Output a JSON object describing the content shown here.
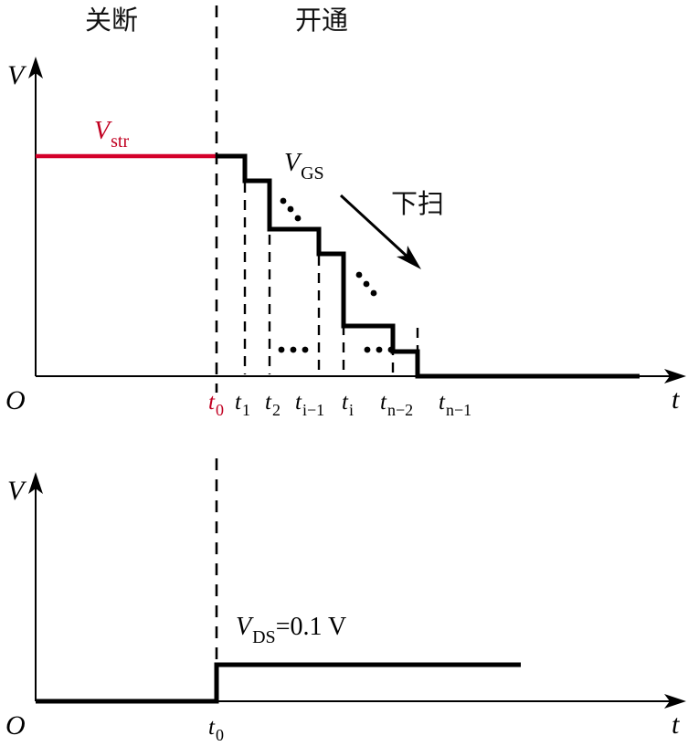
{
  "figure": {
    "title_left": "关断",
    "title_right": "开通",
    "background": "#ffffff",
    "ink": "#000000",
    "accent_red": "#c10021"
  },
  "chart_data": {
    "type": "line",
    "title": "",
    "panels": [
      {
        "name": "gate-voltage-panel",
        "ylabel": "V",
        "xlabel": "t",
        "origin_label": "O",
        "series": [
          {
            "name": "V_str",
            "label_base": "V",
            "label_sub": "str",
            "color": "#c10021",
            "points": [
              [
                39,
                171
              ],
              [
                237,
                171
              ]
            ]
          },
          {
            "name": "V_GS",
            "label_base": "V",
            "label_sub": "GS",
            "color": "#000000",
            "points": [
              [
                237,
                171
              ],
              [
                268,
                171
              ],
              [
                268,
                198
              ],
              [
                295,
                198
              ],
              [
                295,
                251
              ],
              [
                349,
                251
              ],
              [
                349,
                278
              ],
              [
                376,
                278
              ],
              [
                376,
                357
              ],
              [
                430,
                357
              ],
              [
                430,
                385
              ],
              [
                457,
                385
              ],
              [
                457,
                412
              ],
              [
                700,
                412
              ]
            ]
          }
        ],
        "ticks": [
          {
            "label_base": "t",
            "label_sub": "0",
            "x": 237,
            "color": "#c10021"
          },
          {
            "label_base": "t",
            "label_sub": "1",
            "x": 268,
            "color": "#000000"
          },
          {
            "label_base": "t",
            "label_sub": "2",
            "x": 295,
            "color": "#000000"
          },
          {
            "label_base": "t",
            "label_sub": "i−1",
            "x": 349,
            "color": "#000000"
          },
          {
            "label_base": "t",
            "label_sub": "i",
            "x": 376,
            "color": "#000000"
          },
          {
            "label_base": "t",
            "label_sub": "n−2",
            "x": 430,
            "color": "#000000"
          },
          {
            "label_base": "t",
            "label_sub": "n−1",
            "x": 457,
            "color": "#000000"
          }
        ],
        "annotation": {
          "name": "down-sweep",
          "text": "下扫"
        }
      },
      {
        "name": "drain-voltage-panel",
        "ylabel": "V",
        "xlabel": "t",
        "origin_label": "O",
        "series": [
          {
            "name": "V_DS",
            "label_base": "V",
            "label_sub": "DS",
            "label_value": "=0.1 V",
            "color": "#000000",
            "points": [
              [
                39,
                768
              ],
              [
                237,
                768
              ],
              [
                237,
                728
              ],
              [
                570,
                728
              ]
            ]
          }
        ],
        "ticks": [
          {
            "label_base": "t",
            "label_sub": "0",
            "x": 237,
            "color": "#000000"
          }
        ]
      }
    ],
    "notes": "Staircase gate sweep V_GS stepping down from V_str after t0; constant drain bias V_DS = 0.1 V switched on at t0."
  }
}
